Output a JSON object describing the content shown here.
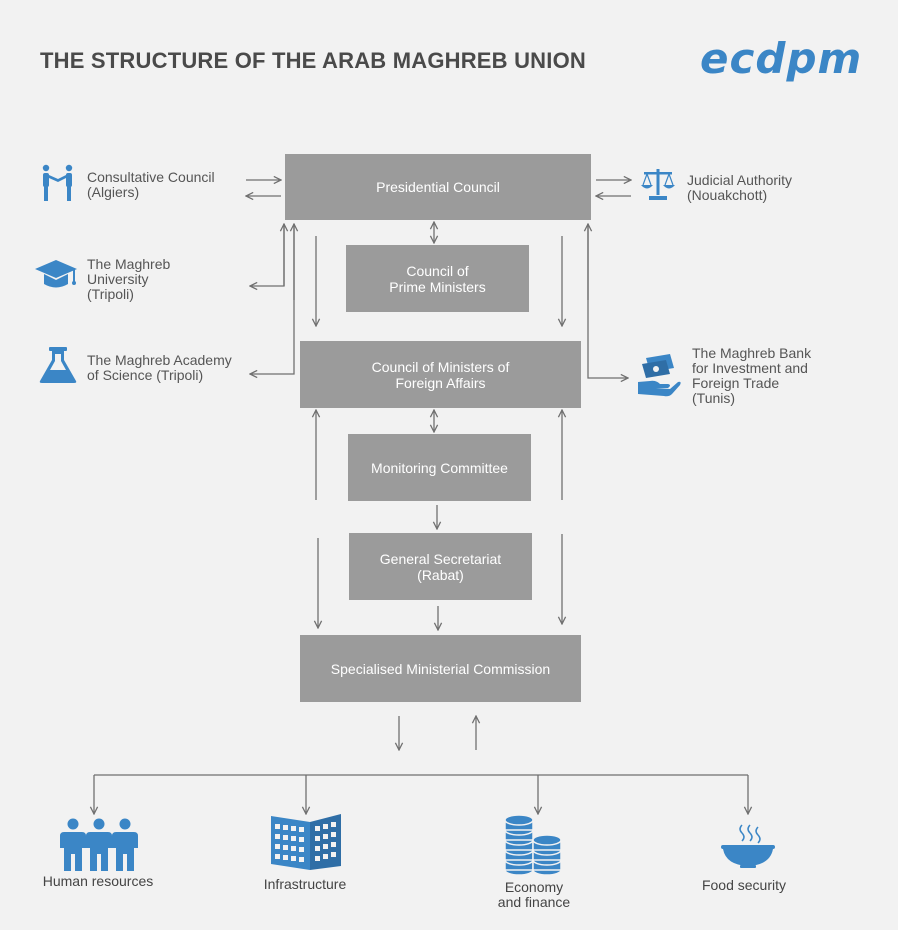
{
  "header": {
    "title": "THE STRUCTURE OF THE ARAB MAGHREB UNION",
    "logo": "ecdpm"
  },
  "boxes": {
    "presidential_council": "Presidential Council",
    "council_prime_ministers": "Council of\nPrime Ministers",
    "council_foreign_affairs": "Council of Ministers of\nForeign Affairs",
    "monitoring_committee": "Monitoring Committee",
    "general_secretariat": "General Secretariat\n(Rabat)",
    "specialised_commission": "Specialised Ministerial Commission"
  },
  "side_institutions": {
    "consultative_council": "Consultative Council\n(Algiers)",
    "maghreb_university": "The Maghreb\nUniversity\n(Tripoli)",
    "maghreb_academy": "The Maghreb Academy\nof Science (Tripoli)",
    "judicial_authority": "Judicial Authority\n(Nouakchott)",
    "maghreb_bank": "The Maghreb Bank\nfor Investment and\nForeign Trade\n(Tunis)"
  },
  "commissions": {
    "human_resources": "Human resources",
    "infrastructure": "Infrastructure",
    "economy_finance": "Economy\nand finance",
    "food_security": "Food security"
  },
  "colors": {
    "box": "#9b9b9b",
    "arrow": "#707070",
    "icon": "#3b86c6",
    "background": "#f2f2f2"
  },
  "icons": {
    "consultative_council": "handshake-icon",
    "maghreb_university": "graduation-cap-icon",
    "maghreb_academy": "flask-icon",
    "judicial_authority": "scales-icon",
    "maghreb_bank": "money-hand-icon",
    "human_resources": "people-icon",
    "infrastructure": "building-icon",
    "economy_finance": "coins-icon",
    "food_security": "bowl-icon"
  }
}
